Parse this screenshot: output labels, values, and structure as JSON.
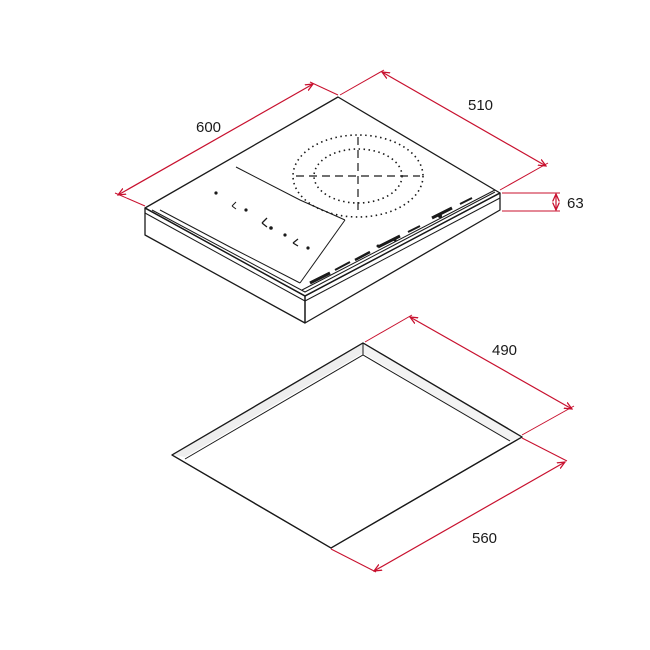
{
  "dimensions": {
    "hob_width": "600",
    "hob_depth": "510",
    "hob_height": "63",
    "cutout_depth": "490",
    "cutout_width": "560"
  },
  "colors": {
    "dimension_lines": "#c8102e",
    "outline": "#1a1a1a",
    "cooktop_face": "#ffffff",
    "cutout_edge": "#e9e9e9"
  }
}
